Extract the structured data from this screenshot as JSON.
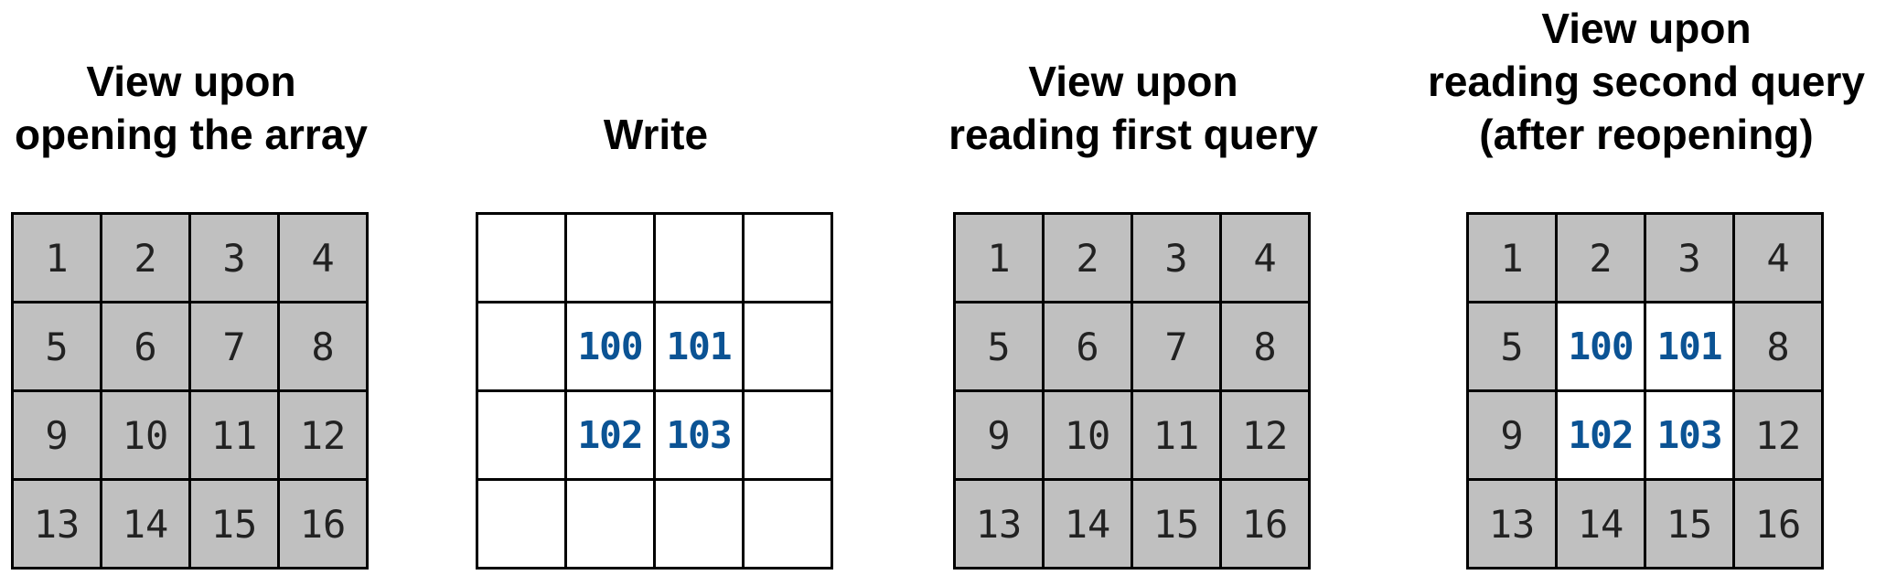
{
  "colors": {
    "cell_fill": "#c0c0c0",
    "written_text": "#0b5394",
    "border": "#000000",
    "background": "#ffffff"
  },
  "panels": [
    {
      "title_lines": [
        "View upon",
        "opening the array"
      ],
      "cells": [
        {
          "value": "1",
          "state": "filled"
        },
        {
          "value": "2",
          "state": "filled"
        },
        {
          "value": "3",
          "state": "filled"
        },
        {
          "value": "4",
          "state": "filled"
        },
        {
          "value": "5",
          "state": "filled"
        },
        {
          "value": "6",
          "state": "filled"
        },
        {
          "value": "7",
          "state": "filled"
        },
        {
          "value": "8",
          "state": "filled"
        },
        {
          "value": "9",
          "state": "filled"
        },
        {
          "value": "10",
          "state": "filled"
        },
        {
          "value": "11",
          "state": "filled"
        },
        {
          "value": "12",
          "state": "filled"
        },
        {
          "value": "13",
          "state": "filled"
        },
        {
          "value": "14",
          "state": "filled"
        },
        {
          "value": "15",
          "state": "filled"
        },
        {
          "value": "16",
          "state": "filled"
        }
      ]
    },
    {
      "title_lines": [
        "Write"
      ],
      "cells": [
        {
          "value": "",
          "state": "empty"
        },
        {
          "value": "",
          "state": "empty"
        },
        {
          "value": "",
          "state": "empty"
        },
        {
          "value": "",
          "state": "empty"
        },
        {
          "value": "",
          "state": "empty"
        },
        {
          "value": "100",
          "state": "written"
        },
        {
          "value": "101",
          "state": "written"
        },
        {
          "value": "",
          "state": "empty"
        },
        {
          "value": "",
          "state": "empty"
        },
        {
          "value": "102",
          "state": "written"
        },
        {
          "value": "103",
          "state": "written"
        },
        {
          "value": "",
          "state": "empty"
        },
        {
          "value": "",
          "state": "empty"
        },
        {
          "value": "",
          "state": "empty"
        },
        {
          "value": "",
          "state": "empty"
        },
        {
          "value": "",
          "state": "empty"
        }
      ]
    },
    {
      "title_lines": [
        "View upon",
        "reading first query"
      ],
      "cells": [
        {
          "value": "1",
          "state": "filled"
        },
        {
          "value": "2",
          "state": "filled"
        },
        {
          "value": "3",
          "state": "filled"
        },
        {
          "value": "4",
          "state": "filled"
        },
        {
          "value": "5",
          "state": "filled"
        },
        {
          "value": "6",
          "state": "filled"
        },
        {
          "value": "7",
          "state": "filled"
        },
        {
          "value": "8",
          "state": "filled"
        },
        {
          "value": "9",
          "state": "filled"
        },
        {
          "value": "10",
          "state": "filled"
        },
        {
          "value": "11",
          "state": "filled"
        },
        {
          "value": "12",
          "state": "filled"
        },
        {
          "value": "13",
          "state": "filled"
        },
        {
          "value": "14",
          "state": "filled"
        },
        {
          "value": "15",
          "state": "filled"
        },
        {
          "value": "16",
          "state": "filled"
        }
      ]
    },
    {
      "title_lines": [
        "View upon",
        "reading second query",
        "(after reopening)"
      ],
      "cells": [
        {
          "value": "1",
          "state": "filled"
        },
        {
          "value": "2",
          "state": "filled"
        },
        {
          "value": "3",
          "state": "filled"
        },
        {
          "value": "4",
          "state": "filled"
        },
        {
          "value": "5",
          "state": "filled"
        },
        {
          "value": "100",
          "state": "written"
        },
        {
          "value": "101",
          "state": "written"
        },
        {
          "value": "8",
          "state": "filled"
        },
        {
          "value": "9",
          "state": "filled"
        },
        {
          "value": "102",
          "state": "written"
        },
        {
          "value": "103",
          "state": "written"
        },
        {
          "value": "12",
          "state": "filled"
        },
        {
          "value": "13",
          "state": "filled"
        },
        {
          "value": "14",
          "state": "filled"
        },
        {
          "value": "15",
          "state": "filled"
        },
        {
          "value": "16",
          "state": "filled"
        }
      ]
    }
  ]
}
